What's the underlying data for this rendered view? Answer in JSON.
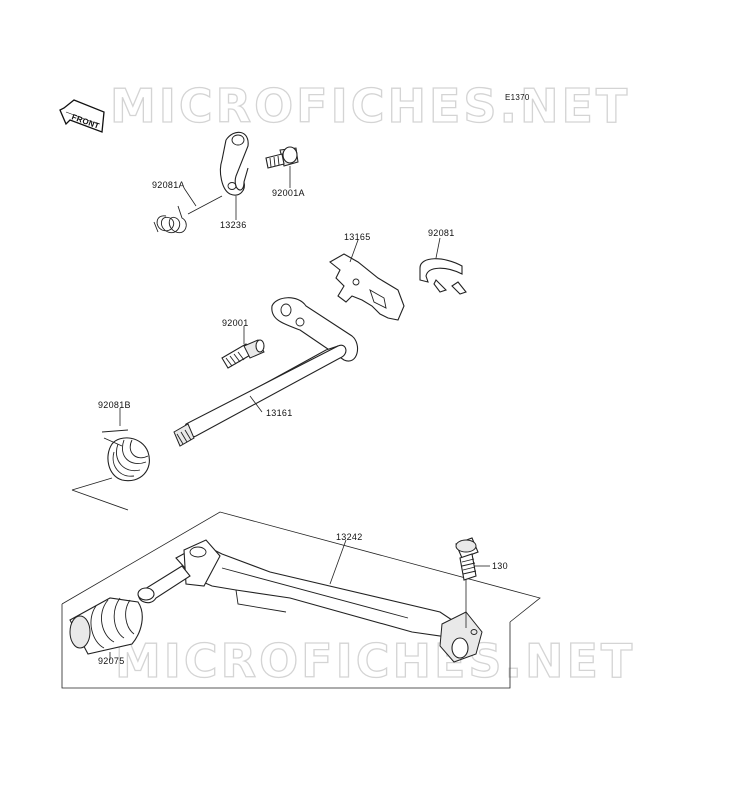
{
  "watermark": {
    "text": "MICROFICHES.NET"
  },
  "diagram_code": "E1370",
  "front_arrow": {
    "label": "FRONT"
  },
  "parts": [
    {
      "id": "p-92081a",
      "label": "92081A"
    },
    {
      "id": "p-13236",
      "label": "13236"
    },
    {
      "id": "p-92001a",
      "label": "92001A"
    },
    {
      "id": "p-13165",
      "label": "13165"
    },
    {
      "id": "p-92081",
      "label": "92081"
    },
    {
      "id": "p-92001",
      "label": "92001"
    },
    {
      "id": "p-13161",
      "label": "13161"
    },
    {
      "id": "p-92081b",
      "label": "92081B"
    },
    {
      "id": "p-13242",
      "label": "13242"
    },
    {
      "id": "p-130",
      "label": "130"
    },
    {
      "id": "p-92075",
      "label": "92075"
    }
  ]
}
